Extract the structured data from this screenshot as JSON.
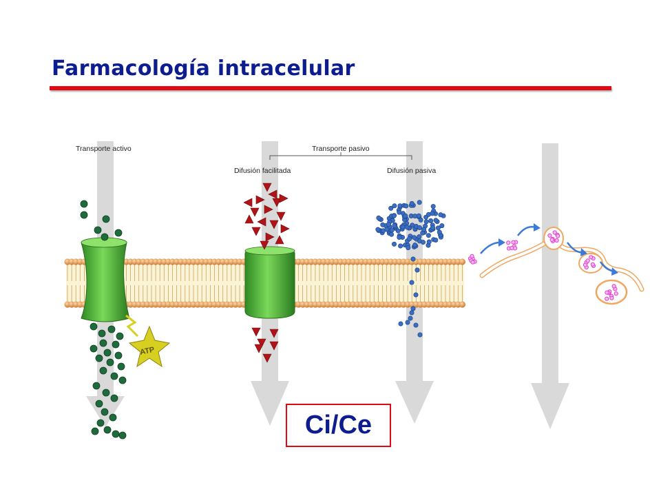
{
  "slide": {
    "title": "Farmacología intracelular",
    "box_text": "Ci/Ce"
  },
  "diagram": {
    "labels": {
      "active_transport": "Transporte activo",
      "passive_transport": "Transporte pasivo",
      "facilitated_diffusion": "Difusión facilitada",
      "passive_diffusion": "Difusión pasiva",
      "atp": "ATP"
    },
    "colors": {
      "title": "#0d1d8f",
      "accent_red": "#e30613",
      "channel_green": "#5cc840",
      "particle_green": "#1e6b3c",
      "particle_red": "#b01418",
      "particle_blue": "#3a6ec2",
      "vesicle_pink": "#e040d0",
      "membrane_orange": "#f0a860",
      "atp_star": "#d8d020",
      "arrow_gray": "#d9d9d9"
    }
  }
}
